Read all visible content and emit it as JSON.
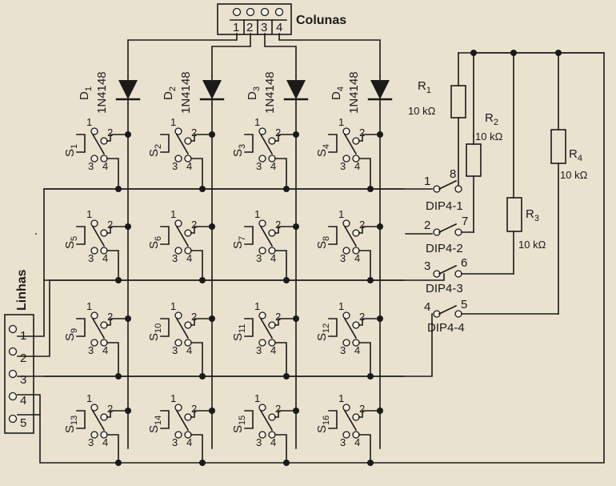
{
  "connector_columns": {
    "title": "Colunas",
    "pins": [
      "1",
      "2",
      "3",
      "4"
    ]
  },
  "connector_rows": {
    "title": "Linhas",
    "pins": [
      "1",
      "2",
      "3",
      "4",
      "5"
    ]
  },
  "diodes": [
    {
      "ref": "D",
      "sub": "1",
      "part": "1N4148"
    },
    {
      "ref": "D",
      "sub": "2",
      "part": "1N4148"
    },
    {
      "ref": "D",
      "sub": "3",
      "part": "1N4148"
    },
    {
      "ref": "D",
      "sub": "4",
      "part": "1N4148"
    }
  ],
  "switches": [
    {
      "ref": "S",
      "sub": "1"
    },
    {
      "ref": "S",
      "sub": "2"
    },
    {
      "ref": "S",
      "sub": "3"
    },
    {
      "ref": "S",
      "sub": "4"
    },
    {
      "ref": "S",
      "sub": "5"
    },
    {
      "ref": "S",
      "sub": "6"
    },
    {
      "ref": "S",
      "sub": "7"
    },
    {
      "ref": "S",
      "sub": "8"
    },
    {
      "ref": "S",
      "sub": "9"
    },
    {
      "ref": "S",
      "sub": "10"
    },
    {
      "ref": "S",
      "sub": "11"
    },
    {
      "ref": "S",
      "sub": "12"
    },
    {
      "ref": "S",
      "sub": "13"
    },
    {
      "ref": "S",
      "sub": "14"
    },
    {
      "ref": "S",
      "sub": "15"
    },
    {
      "ref": "S",
      "sub": "16"
    }
  ],
  "switch_pin_labels": [
    "1",
    "2",
    "3",
    "4"
  ],
  "resistors": [
    {
      "ref": "R",
      "sub": "1",
      "value": "10 kΩ"
    },
    {
      "ref": "R",
      "sub": "2",
      "value": "10 kΩ"
    },
    {
      "ref": "R",
      "sub": "3",
      "value": "10 kΩ"
    },
    {
      "ref": "R",
      "sub": "4",
      "value": "10 kΩ"
    }
  ],
  "dip_switches": [
    {
      "name": "DIP4-1",
      "left_pin": "1",
      "right_pin": "8"
    },
    {
      "name": "DIP4-2",
      "left_pin": "2",
      "right_pin": "7"
    },
    {
      "name": "DIP4-3",
      "left_pin": "3",
      "right_pin": "6"
    },
    {
      "name": "DIP4-4",
      "left_pin": "4",
      "right_pin": "5"
    }
  ],
  "colors": {
    "paper": "#e9e2cf",
    "ink": "#1a1a1a"
  }
}
